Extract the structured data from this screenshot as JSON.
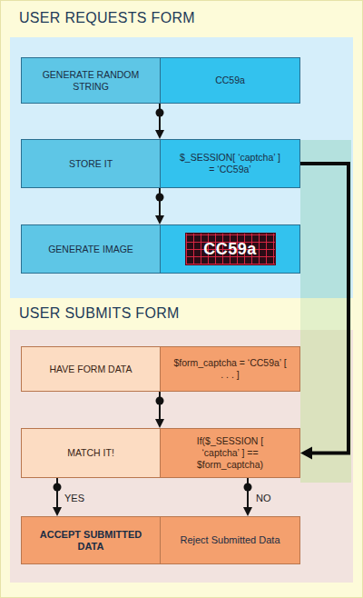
{
  "diagram": {
    "nodes": [
      {
        "text": [
          "USER REQUESTS FORM"
        ]
      },
      {
        "text": [
          "GENERATE RANDOM STRING",
          "CC59a"
        ],
        "in": 0
      },
      {
        "text": [
          "STORE IT",
          "$_SESSION[ ‘captcha’ ] = ‘CC59a’"
        ],
        "in": 0
      },
      {
        "text": [
          "GENERATE IMAGE",
          "CC59a"
        ],
        "in": 0
      },
      {
        "text": [
          "USER SUBMITS FORM"
        ]
      },
      {
        "text": [
          "HAVE FORM DATA",
          "$form_captcha = ‘CC59a’ [ . . . ]"
        ],
        "in": 4
      },
      {
        "text": [
          "MATCH IT!",
          "If($_SESSION [ ‘captcha’ ] == $form_captcha)"
        ],
        "in": 4
      },
      {
        "text": [
          "ACCEPT SUBMITTED DATA"
        ],
        "in": 4
      },
      {
        "text": [
          "Reject Submitted Data"
        ],
        "in": 4
      }
    ],
    "edges": [
      {
        "from": 1,
        "to": 2,
        "arrow": "to"
      },
      {
        "from": 2,
        "to": 3,
        "arrow": "to"
      },
      {
        "from": 2,
        "to": 6,
        "arrow": "to"
      },
      {
        "from": 5,
        "to": 6,
        "arrow": "to"
      },
      {
        "from": 6,
        "to": 7,
        "label": "YES",
        "arrow": "to"
      },
      {
        "from": 6,
        "to": 8,
        "label": "NO",
        "arrow": "to"
      }
    ]
  }
}
